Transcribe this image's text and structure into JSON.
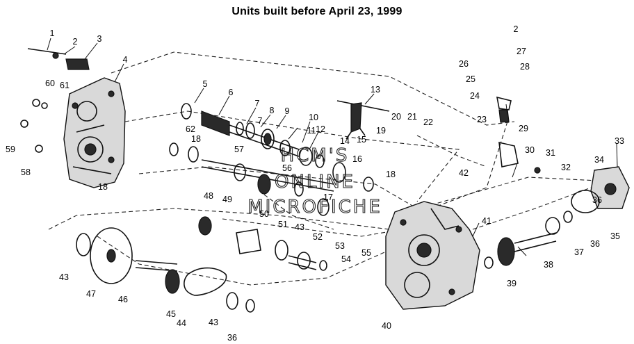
{
  "title": "Units built before April 23, 1999",
  "watermark": [
    "HCM'S",
    "ONLINE",
    "MICROFICHE"
  ],
  "callouts": [
    "1",
    "2",
    "3",
    "4",
    "5",
    "6",
    "7",
    "8",
    "9",
    "7",
    "10",
    "11",
    "12",
    "13",
    "14",
    "15",
    "16",
    "17",
    "18",
    "19",
    "20",
    "21",
    "22",
    "23",
    "24",
    "25",
    "26",
    "27",
    "28",
    "2",
    "29",
    "30",
    "31",
    "32",
    "33",
    "34",
    "35",
    "36",
    "37",
    "38",
    "39",
    "40",
    "41",
    "42",
    "43",
    "44",
    "43",
    "45",
    "46",
    "47",
    "43",
    "48",
    "49",
    "50",
    "51",
    "52",
    "53",
    "54",
    "55",
    "56",
    "57",
    "18",
    "58",
    "59",
    "60",
    "61",
    "62",
    "36",
    "36",
    "18"
  ]
}
